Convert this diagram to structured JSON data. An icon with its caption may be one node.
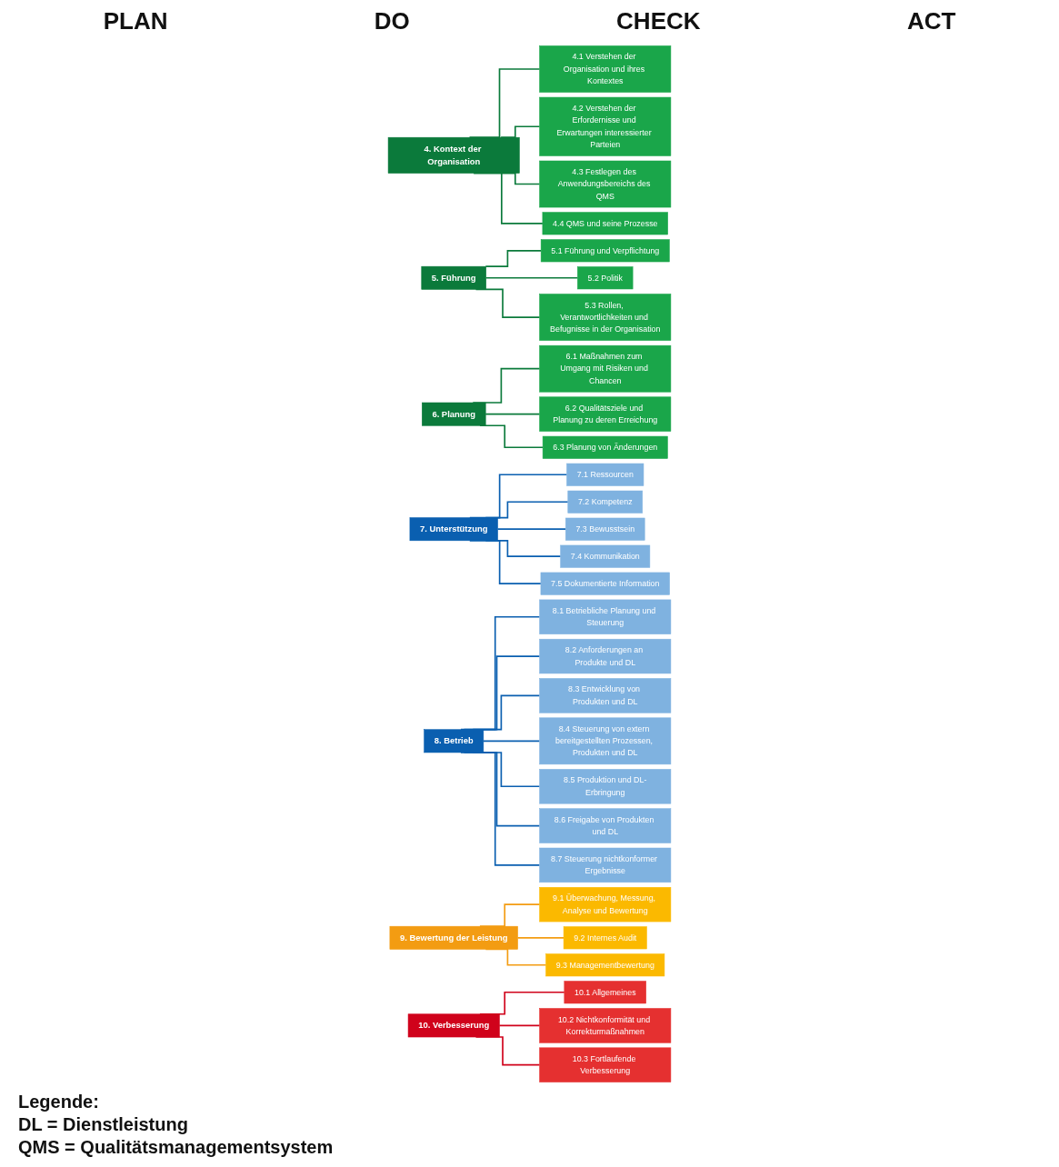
{
  "diagram": {
    "nodes": [
      {
        "text": [
          "4. Kontext der Organisation"
        ]
      },
      {
        "text": [
          "4.1 Verstehen der Organisation und ihres Kontextes"
        ]
      },
      {
        "text": [
          "4.2 Verstehen der Erfordernisse und Erwartungen interessierter Parteien"
        ]
      },
      {
        "text": [
          "4.3 Festlegen des Anwendungsbereichs des QMS"
        ]
      },
      {
        "text": [
          "4.4 QMS und seine Prozesse"
        ]
      },
      {
        "text": [
          "5. Führung"
        ]
      },
      {
        "text": [
          "5.1 Führung und Verpflichtung"
        ]
      },
      {
        "text": [
          "5.2 Politik"
        ]
      },
      {
        "text": [
          "5.3 Rollen, Verantwortlichkeiten und Befugnisse in der Organisation"
        ]
      },
      {
        "text": [
          "6. Planung"
        ]
      },
      {
        "text": [
          "6.1 Maßnahmen zum Umgang mit Risiken und Chancen"
        ]
      },
      {
        "text": [
          "6.2 Qualitätsziele und Planung zu deren Erreichung"
        ]
      },
      {
        "text": [
          "6.3 Planung von Änderungen"
        ]
      },
      {
        "text": [
          "7. Unterstützung"
        ]
      },
      {
        "text": [
          "7.1 Ressourcen"
        ]
      },
      {
        "text": [
          "7.2 Kompetenz"
        ]
      },
      {
        "text": [
          "7.3 Bewusstsein"
        ]
      },
      {
        "text": [
          "7.4 Kommunikation"
        ]
      },
      {
        "text": [
          "7.5 Dokumentierte Information"
        ]
      },
      {
        "text": [
          "8. Betrieb"
        ]
      },
      {
        "text": [
          "8.1 Betriebliche Planung und Steuerung"
        ]
      },
      {
        "text": [
          "8.2 Anforderungen an Produkte und DL"
        ]
      },
      {
        "text": [
          "8.3 Entwicklung von Produkten und DL"
        ]
      },
      {
        "text": [
          "8.4 Steuerung von extern bereitgestellten Prozessen, Produkten und DL"
        ]
      },
      {
        "text": [
          "8.5 Produktion und DL-Erbringung"
        ]
      },
      {
        "text": [
          "8.6 Freigabe von Produkten und DL"
        ]
      },
      {
        "text": [
          "8.7 Steuerung nichtkonformer Ergebnisse"
        ]
      },
      {
        "text": [
          "9. Bewertung der Leistung"
        ]
      },
      {
        "text": [
          "9.1 Überwachung, Messung, Analyse und Bewertung"
        ]
      },
      {
        "text": [
          "9.2 Internes Audit"
        ]
      },
      {
        "text": [
          "9.3 Managementbewertung"
        ]
      },
      {
        "text": [
          "10. Verbesserung"
        ]
      },
      {
        "text": [
          "10.1 Allgemeines"
        ]
      },
      {
        "text": [
          "10.2 Nichtkonformität und Korrekturmaßnahmen"
        ]
      },
      {
        "text": [
          "10.3 Fortlaufende Verbesserung"
        ]
      }
    ],
    "edges": [
      {
        "from": 0,
        "to": 1,
        "arrow": "none",
        "color": "#0b7a3b"
      },
      {
        "from": 0,
        "to": 2,
        "arrow": "none",
        "color": "#0b7a3b"
      },
      {
        "from": 0,
        "to": 3,
        "arrow": "none",
        "color": "#0b7a3b"
      },
      {
        "from": 0,
        "to": 4,
        "arrow": "none",
        "color": "#0b7a3b"
      },
      {
        "from": 5,
        "to": 6,
        "arrow": "none",
        "color": "#0b7a3b"
      },
      {
        "from": 5,
        "to": 7,
        "arrow": "none",
        "color": "#0b7a3b"
      },
      {
        "from": 5,
        "to": 8,
        "arrow": "none",
        "color": "#0b7a3b"
      },
      {
        "from": 9,
        "to": 10,
        "arrow": "none",
        "color": "#0b7a3b"
      },
      {
        "from": 9,
        "to": 11,
        "arrow": "none",
        "color": "#0b7a3b"
      },
      {
        "from": 9,
        "to": 12,
        "arrow": "none",
        "color": "#0b7a3b"
      },
      {
        "from": 13,
        "to": 14,
        "arrow": "none"
      },
      {
        "from": 13,
        "to": 15,
        "arrow": "none"
      },
      {
        "from": 13,
        "to": 16,
        "arrow": "none"
      },
      {
        "from": 13,
        "to": 17,
        "arrow": "none"
      },
      {
        "from": 13,
        "to": 18,
        "arrow": "none"
      },
      {
        "from": 19,
        "to": 20,
        "arrow": "none"
      },
      {
        "from": 19,
        "to": 21,
        "arrow": "none"
      },
      {
        "from": 19,
        "to": 22,
        "arrow": "none"
      },
      {
        "from": 19,
        "to": 23,
        "arrow": "none"
      },
      {
        "from": 19,
        "to": 24,
        "arrow": "none"
      },
      {
        "from": 19,
        "to": 25,
        "arrow": "none"
      },
      {
        "from": 19,
        "to": 26,
        "arrow": "none"
      },
      {
        "from": 27,
        "to": 28,
        "arrow": "none",
        "color": "#f39c12"
      },
      {
        "from": 27,
        "to": 29,
        "arrow": "none",
        "color": "#f39c12"
      },
      {
        "from": 27,
        "to": 30,
        "arrow": "none",
        "color": "#f39c12"
      },
      {
        "from": 31,
        "to": 32,
        "arrow": "none",
        "color": "#d0021b"
      },
      {
        "from": 31,
        "to": 33,
        "arrow": "none",
        "color": "#d0021b"
      },
      {
        "from": 31,
        "to": 34,
        "arrow": "none",
        "color": "#d0021b"
      }
    ],
    "labels": [
      "PLAN",
      "DO",
      "CHECK",
      "ACT",
      "Legende:",
      "DL = Dienstleistung",
      "QMS = Qualitätsmanagementsystem"
    ]
  }
}
